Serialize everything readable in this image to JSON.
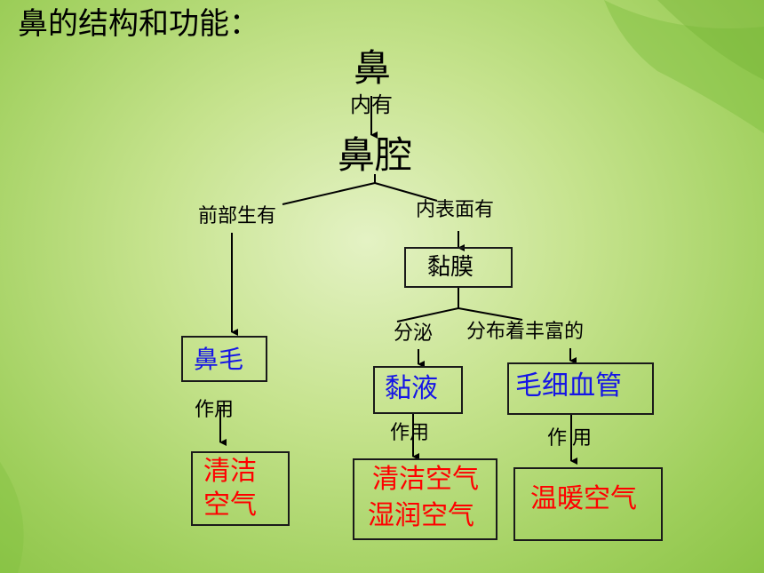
{
  "title": "鼻的结构和功能：",
  "nodes": {
    "nose": "鼻",
    "contains": "内有",
    "nasal_cavity": "鼻腔",
    "front_has": "前部生有",
    "inner_surface_has": "内表面有",
    "mucosa": "黏膜",
    "secretes": "分泌",
    "distributed": "分布着丰富的",
    "nose_hair": "鼻毛",
    "mucus": "黏液",
    "capillaries": "毛细血管"
  },
  "functions": {
    "effect_1": "作用",
    "effect_2": "作用",
    "effect_3": "作用",
    "hair_line1": "清洁",
    "hair_line2": "空气",
    "mucus_line1": "清洁空气",
    "mucus_line2": "湿润空气",
    "capillary_line1": "温暖空气"
  },
  "colors": {
    "structure_text": "#1515e6",
    "function_text": "#ff0000"
  }
}
